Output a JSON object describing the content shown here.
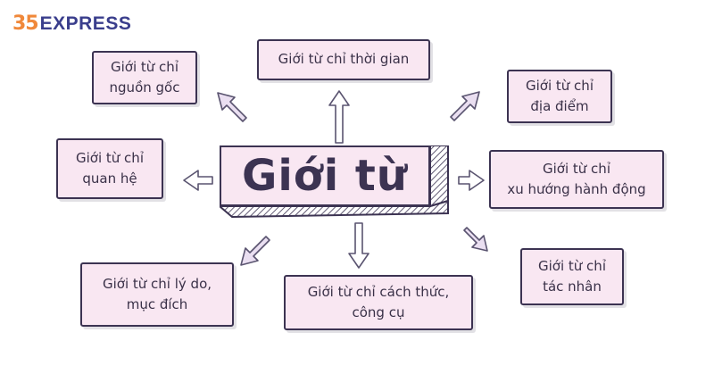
{
  "logo": {
    "mark": "35",
    "word": "EXPRESS"
  },
  "center": {
    "label": "Giới từ"
  },
  "nodes": {
    "thoi_gian": "Giới từ chỉ thời gian",
    "nguon_goc": "Giới từ chỉ\nnguồn gốc",
    "dia_diem": "Giới từ chỉ\nđịa điểm",
    "quan_he": "Giới từ chỉ\nquan hệ",
    "xu_huong": "Giới từ chỉ\nxu hướng hành động",
    "ly_do": "Giới từ chỉ lý do,\nmục đích",
    "cach_thuc": "Giới từ chỉ cách thức,\ncông cụ",
    "tac_nhan": "Giới từ chỉ\ntác nhân"
  },
  "colors": {
    "box_fill": "#f9e7f2",
    "outline": "#3c3352",
    "logo_orange": "#f0883a",
    "logo_navy": "#3a3e8c"
  }
}
